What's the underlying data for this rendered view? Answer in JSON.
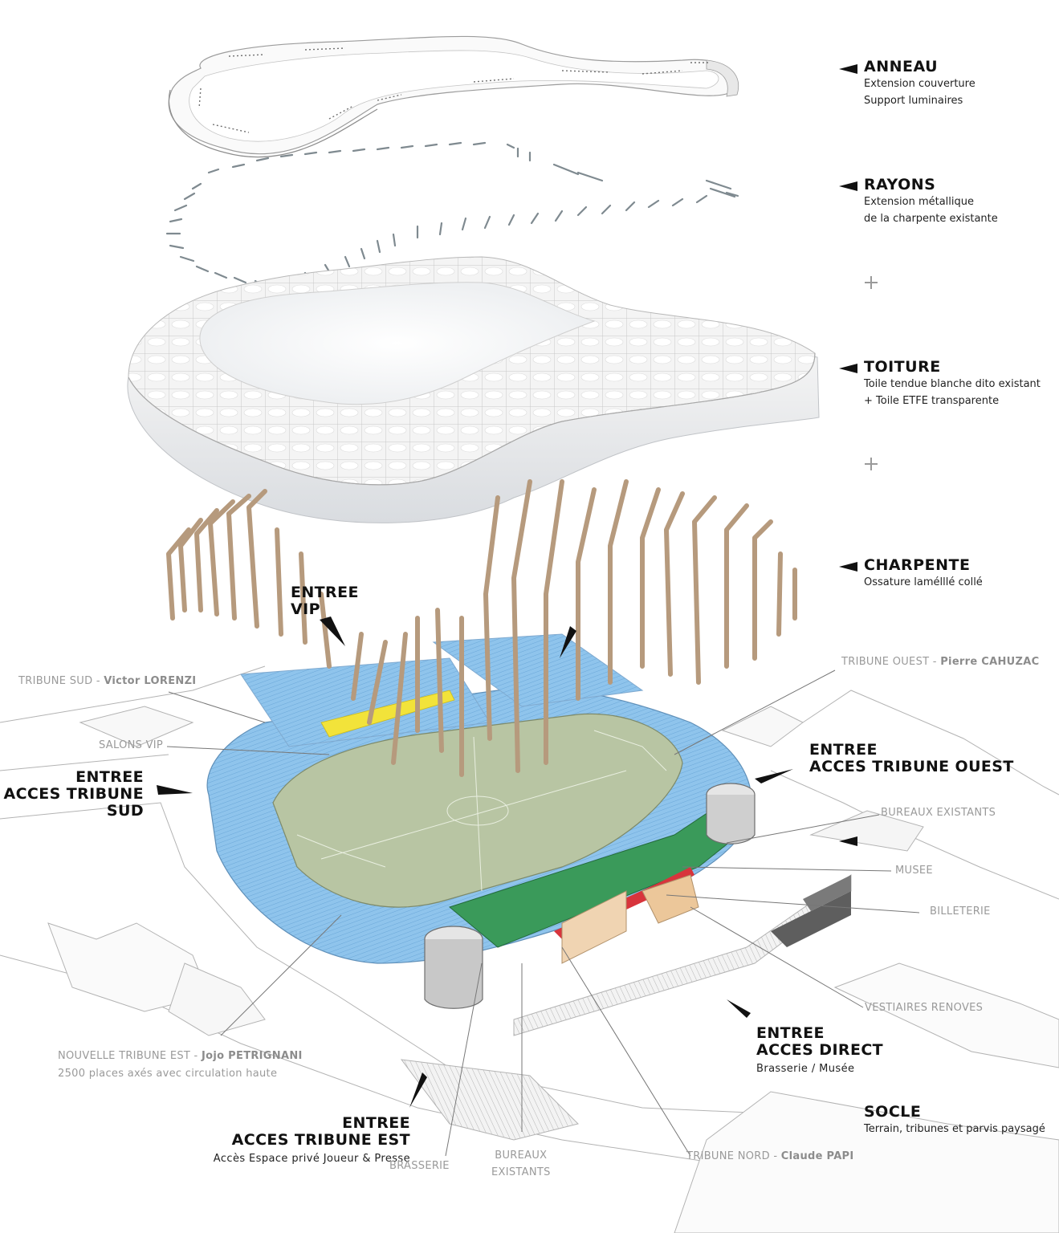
{
  "layers": [
    {
      "title": "ANNEAU",
      "lines": [
        "Extension couverture",
        "Support luminaires"
      ]
    },
    {
      "title": "RAYONS",
      "lines": [
        "Extension métallique",
        "de la charpente existante"
      ]
    },
    {
      "title": "TOITURE",
      "lines": [
        "Toile tendue blanche dito existant",
        "+ Toile ETFE transparente"
      ]
    },
    {
      "title": "CHARPENTE",
      "lines": [
        "Ossature lamélllé collé"
      ]
    },
    {
      "title": "SOCLE",
      "lines": [
        "Terrain, tribunes et parvis paysagé"
      ]
    }
  ],
  "plus": "+",
  "entries": {
    "vip": [
      "ENTREE",
      "VIP"
    ],
    "sud": [
      "ENTREE",
      "ACCES TRIBUNE",
      "SUD"
    ],
    "ouest": [
      "ENTREE",
      "ACCES TRIBUNE OUEST"
    ],
    "direct": {
      "lines": [
        "ENTREE",
        "ACCES DIRECT"
      ],
      "sub": "Brasserie / Musée"
    },
    "est": {
      "lines": [
        "ENTREE",
        "ACCES TRIBUNE EST"
      ],
      "sub": "Accès Espace privé Joueur & Presse"
    }
  },
  "callouts": {
    "tribune_sud": {
      "prefix": "TRIBUNE SUD - ",
      "name": "Victor LORENZI"
    },
    "salons_vip": "SALONS VIP",
    "tribune_ouest": {
      "prefix": "TRIBUNE OUEST - ",
      "name": "Pierre CAHUZAC"
    },
    "bureaux_existants_right": "BUREAUX EXISTANTS",
    "musee": "MUSEE",
    "billeterie": "BILLETERIE",
    "vestiaires": "VESTIAIRES RENOVES",
    "nouvelle_tribune_est": {
      "prefix": "NOUVELLE TRIBUNE EST - ",
      "name": "Jojo PETRIGNANI",
      "sub": "2500 places axés avec circulation haute"
    },
    "brasserie": "BRASSERIE",
    "bureaux_existants_bottom": [
      "BUREAUX",
      "EXISTANTS"
    ],
    "tribune_nord": {
      "prefix": "TRIBUNE NORD - ",
      "name": "Claude PAPI"
    }
  },
  "colors": {
    "stands_blue": "#8cc2ea",
    "pitch_green": "#b9c6a4",
    "museum_green": "#3a9a5a",
    "museum_red": "#d8343c",
    "vip_yellow": "#f2e33a",
    "timber": "#c9ad8f",
    "linework": "#9a9a9a"
  }
}
